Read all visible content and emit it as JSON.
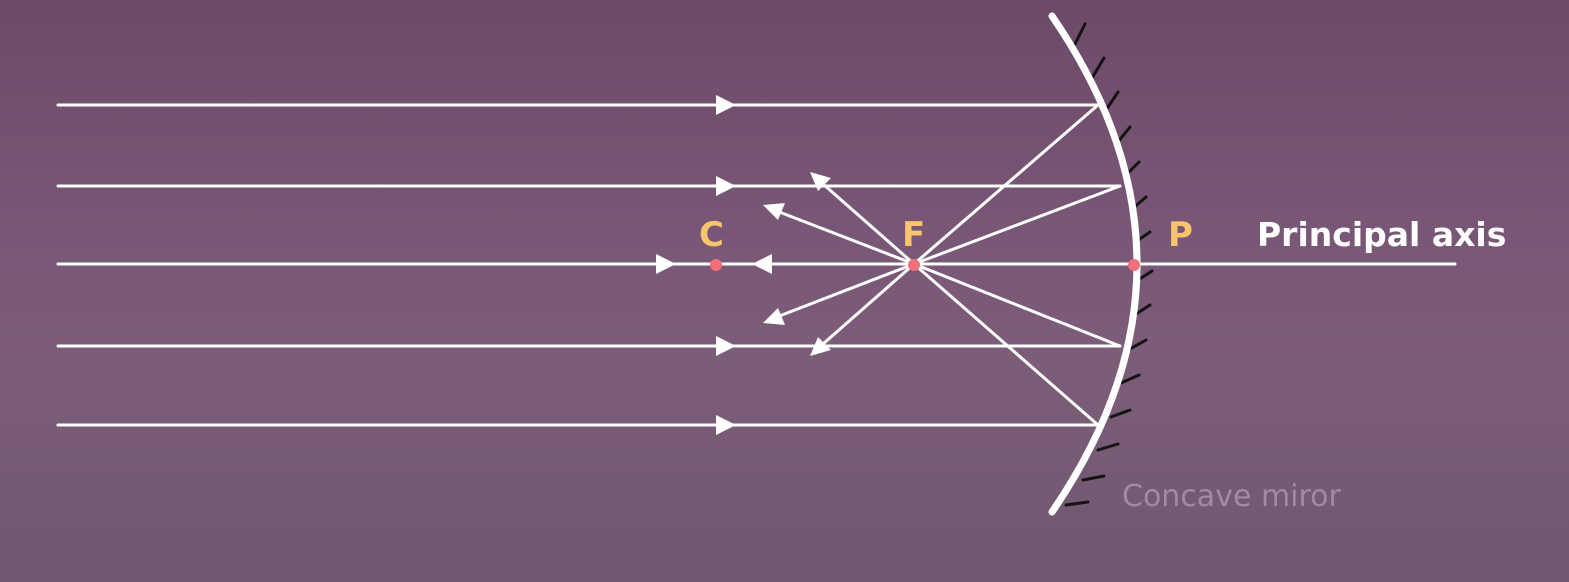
{
  "diagram": {
    "points": {
      "center_of_curvature": "C",
      "focus": "F",
      "pole": "P"
    },
    "axis_label": "Principal axis",
    "mirror_label": "Concave miror",
    "colors": {
      "background": "#73526f",
      "ray": "#ffffff",
      "point_label": "#f7c56e",
      "point_dot": "#f2707a",
      "mirror_label": "#a08ca0",
      "hatch": "#141414"
    },
    "incident_ray_count": 5,
    "reflected_rays_pass_through": "F"
  }
}
